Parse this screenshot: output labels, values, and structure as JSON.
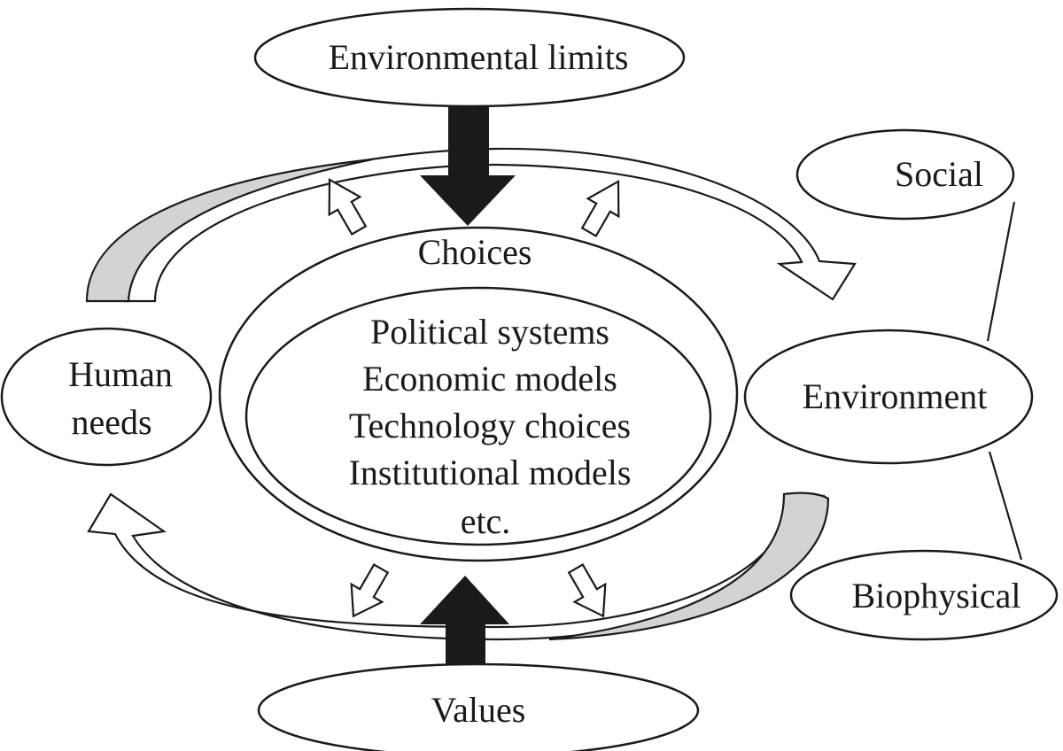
{
  "nodes": {
    "environmental_limits": "Environmental limits",
    "values": "Values",
    "human_needs": [
      "Human",
      "needs"
    ],
    "environment": "Environment",
    "social": "Social",
    "biophysical": "Biophysical",
    "choices": "Choices"
  },
  "choices_list": [
    "Political systems",
    "Economic models",
    "Technology choices",
    "Institutional models",
    "etc."
  ],
  "colors": {
    "stroke": "#1a1a1a",
    "band_shade": "#d3d3d3",
    "background": "#ffffff"
  }
}
